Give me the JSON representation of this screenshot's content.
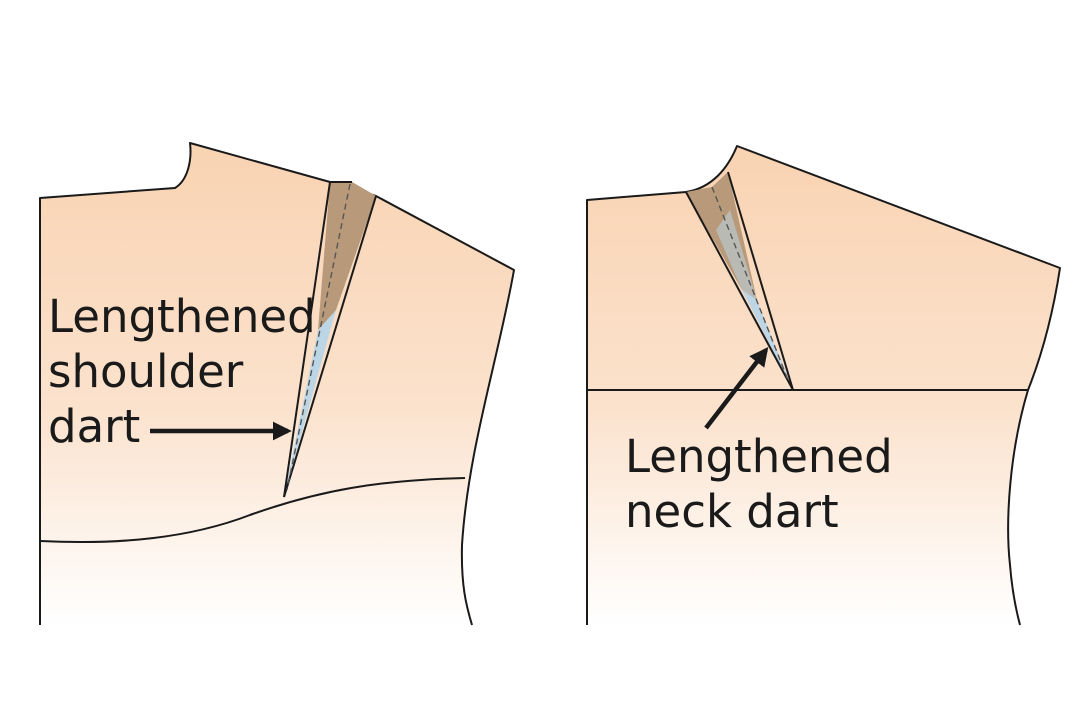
{
  "labels": {
    "shoulder_dart": {
      "line1": "Lengthened",
      "line2": "shoulder",
      "line3": "dart"
    },
    "neck_dart": {
      "line1": "Lengthened",
      "line2": "neck dart"
    }
  },
  "colors": {
    "fabric_fill": "#f9d4b4",
    "dart_fold": "#b89a7a",
    "dart_inner": "#bcd6e6",
    "outline": "#1a1a1a"
  }
}
